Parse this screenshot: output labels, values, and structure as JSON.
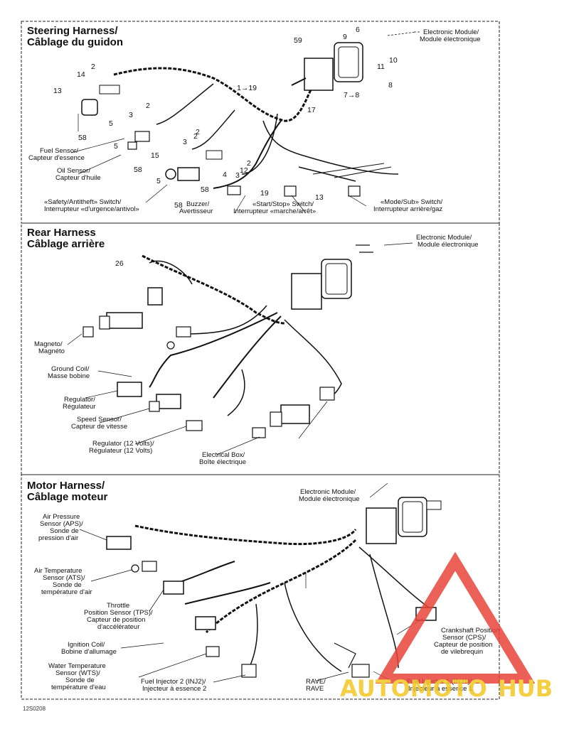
{
  "panels": {
    "steering": {
      "title1": "Steering Harness/",
      "title2": "Câblage du guidon",
      "callouts": [
        "2",
        "2",
        "2",
        "2",
        "2",
        "3",
        "3",
        "3",
        "4",
        "5",
        "5",
        "5",
        "6",
        "7→8",
        "8",
        "9",
        "10",
        "11",
        "12",
        "13",
        "13",
        "14",
        "15",
        "1→19",
        "17",
        "19",
        "58",
        "58",
        "58",
        "58",
        "59"
      ],
      "labels": {
        "em1": "Electronic Module/",
        "em2": "Module électronique",
        "fuel1": "Fuel Sensor/",
        "fuel2": "Capteur d'essence",
        "oil1": "Oil Sensor/",
        "oil2": "Capteur d'huile",
        "safety1": "«Safety/Antitheft» Switch/",
        "safety2": "Interrupteur «d'urgence/antivol»",
        "buzzer1": "Buzzer/",
        "buzzer2": "Avertisseur",
        "start1": "«Start/Stop» Switch/",
        "start2": "Interrupteur «marche/arrêt»",
        "mode1": "«Mode/Sub» Switch/",
        "mode2": "Interrupteur arrière/gaz"
      }
    },
    "rear": {
      "title1": "Rear Harness",
      "title2": "Câblage arrière",
      "labels": {
        "em1": "Electronic Module/",
        "em2": "Module électronique",
        "mag1": "Magneto/",
        "mag2": "Magnéto",
        "gc1": "Ground Coil/",
        "gc2": "Masse bobine",
        "reg1": "Regulator/",
        "reg2": "Régulateur",
        "spd1": "Speed Sensor/",
        "spd2": "Capteur de vitesse",
        "r12a": "Regulator (12 Volts)/",
        "r12b": "Régulateur (12 Volts)",
        "eb1": "Electrical Box/",
        "eb2": "Boîte électrique"
      }
    },
    "motor": {
      "title1": "Motor Harness/",
      "title2": "Câblage moteur",
      "labels": {
        "em1": "Electronic Module/",
        "em2": "Module électronique",
        "aps1": "Air Pressure",
        "aps2": "Sensor (APS)/",
        "aps3": "Sonde de",
        "aps4": "pression d'air",
        "ats1": "Air Temperature",
        "ats2": "Sensor (ATS)/",
        "ats3": "Sonde de",
        "ats4": "température d'air",
        "tps1": "Throttle",
        "tps2": "Position Sensor (TPS)/",
        "tps3": "Capteur de position",
        "tps4": "d'accélérateur",
        "ign1": "Ignition Coil/",
        "ign2": "Bobine d'allumage",
        "wts1": "Water Temperature",
        "wts2": "Sensor (WTS)/",
        "wts3": "Sonde de",
        "wts4": "température d'eau",
        "inj2a": "Fuel Injector 2 (INJ2)/",
        "inj2b": "Injecteur à essence 2",
        "inj1a": "Fuel Injector 1 (INJ1)/",
        "inj1b": "Injecteur à essence 1",
        "rave1": "RAVE/",
        "rave2": "RAVE",
        "cps1": "Crankshaft Position",
        "cps2": "Sensor (CPS)/",
        "cps3": "Capteur de position",
        "cps4": "de vilebrequin"
      }
    }
  },
  "figure_code": "12S0208",
  "watermark": {
    "part1": "AUTOMOTO",
    "part2": "HUB",
    "color_accent": "#e8443a",
    "color_yellow": "#f3c623"
  }
}
